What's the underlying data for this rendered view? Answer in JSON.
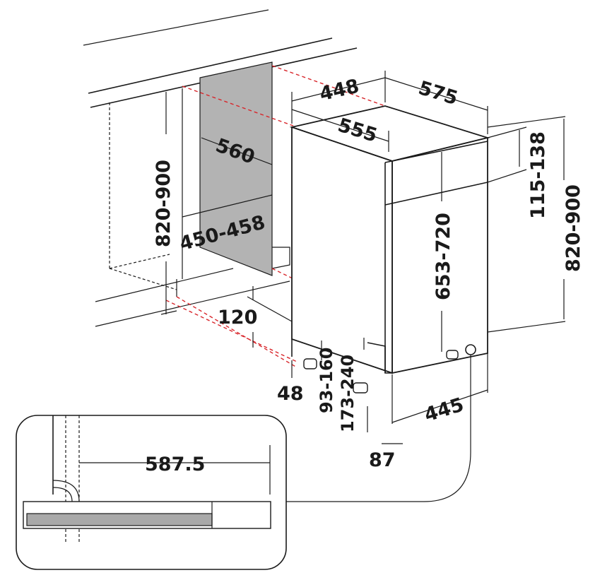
{
  "diagram": {
    "labels": {
      "depth_cabinet": "448",
      "width_top": "575",
      "depth_appliance": "555",
      "niche_depth": "560",
      "niche_width": "450-458",
      "niche_height_left": "820-900",
      "panel_height": "115-138",
      "height_right": "820-900",
      "door_height": "653-720",
      "plinth_height": "120",
      "plinth_offset": "48",
      "foot_range_a": "93-160",
      "foot_range_b": "173-240",
      "base_width": "445",
      "foot_offset": "87",
      "detail_width": "587.5"
    },
    "colors": {
      "line": "#1a1a1a",
      "dashed_guides": "#d8262b",
      "niche_fill": "#b3b3b3",
      "detail_bar": "#a9a9a9"
    }
  }
}
